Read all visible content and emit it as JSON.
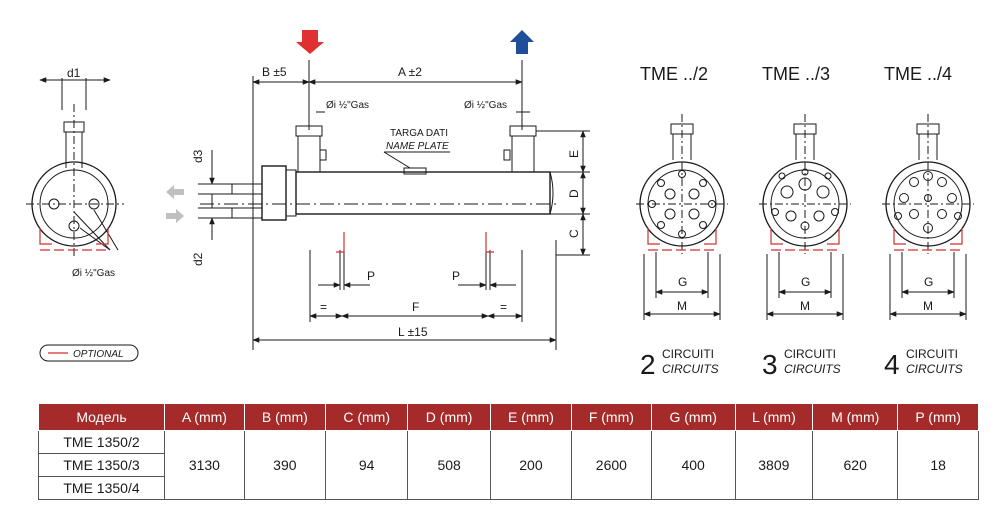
{
  "side_view": {
    "d1": "d1",
    "inlet_label": "Øi ½\"Gas"
  },
  "main_view": {
    "b_dim": "B ±5",
    "a_dim": "A ±2",
    "inlet_left": "Øi ½\"Gas",
    "inlet_right": "Øi ½\"Gas",
    "plate_it": "TARGA DATI",
    "plate_en": "NAME PLATE",
    "d3": "d3",
    "d2": "d2",
    "e": "E",
    "d": "D",
    "c": "C",
    "p1": "P",
    "p2": "P",
    "eq1": "=",
    "eq2": "=",
    "f": "F",
    "l": "L ±15"
  },
  "legend": {
    "optional": "OPTIONAL"
  },
  "variants": [
    {
      "title": "TME ../2",
      "num": "2",
      "it": "CIRCUITI",
      "en": "CIRCUITS",
      "g": "G",
      "m": "M"
    },
    {
      "title": "TME ../3",
      "num": "3",
      "it": "CIRCUITI",
      "en": "CIRCUITS",
      "g": "G",
      "m": "M"
    },
    {
      "title": "TME ../4",
      "num": "4",
      "it": "CIRCUITI",
      "en": "CIRCUITS",
      "g": "G",
      "m": "M"
    }
  ],
  "colors": {
    "hot": "#e03030",
    "cold": "#1f4e9a",
    "arrow_grey": "#c0c0c0",
    "optional": "#d03030",
    "header_bg": "#a52a2a"
  },
  "table": {
    "headers": [
      "Модель",
      "A (mm)",
      "B (mm)",
      "C (mm)",
      "D (mm)",
      "E (mm)",
      "F (mm)",
      "G (mm)",
      "L (mm)",
      "M (mm)",
      "P (mm)"
    ],
    "models": [
      "TME 1350/2",
      "TME 1350/3",
      "TME 1350/4"
    ],
    "values": [
      "3130",
      "390",
      "94",
      "508",
      "200",
      "2600",
      "400",
      "3809",
      "620",
      "18"
    ]
  }
}
